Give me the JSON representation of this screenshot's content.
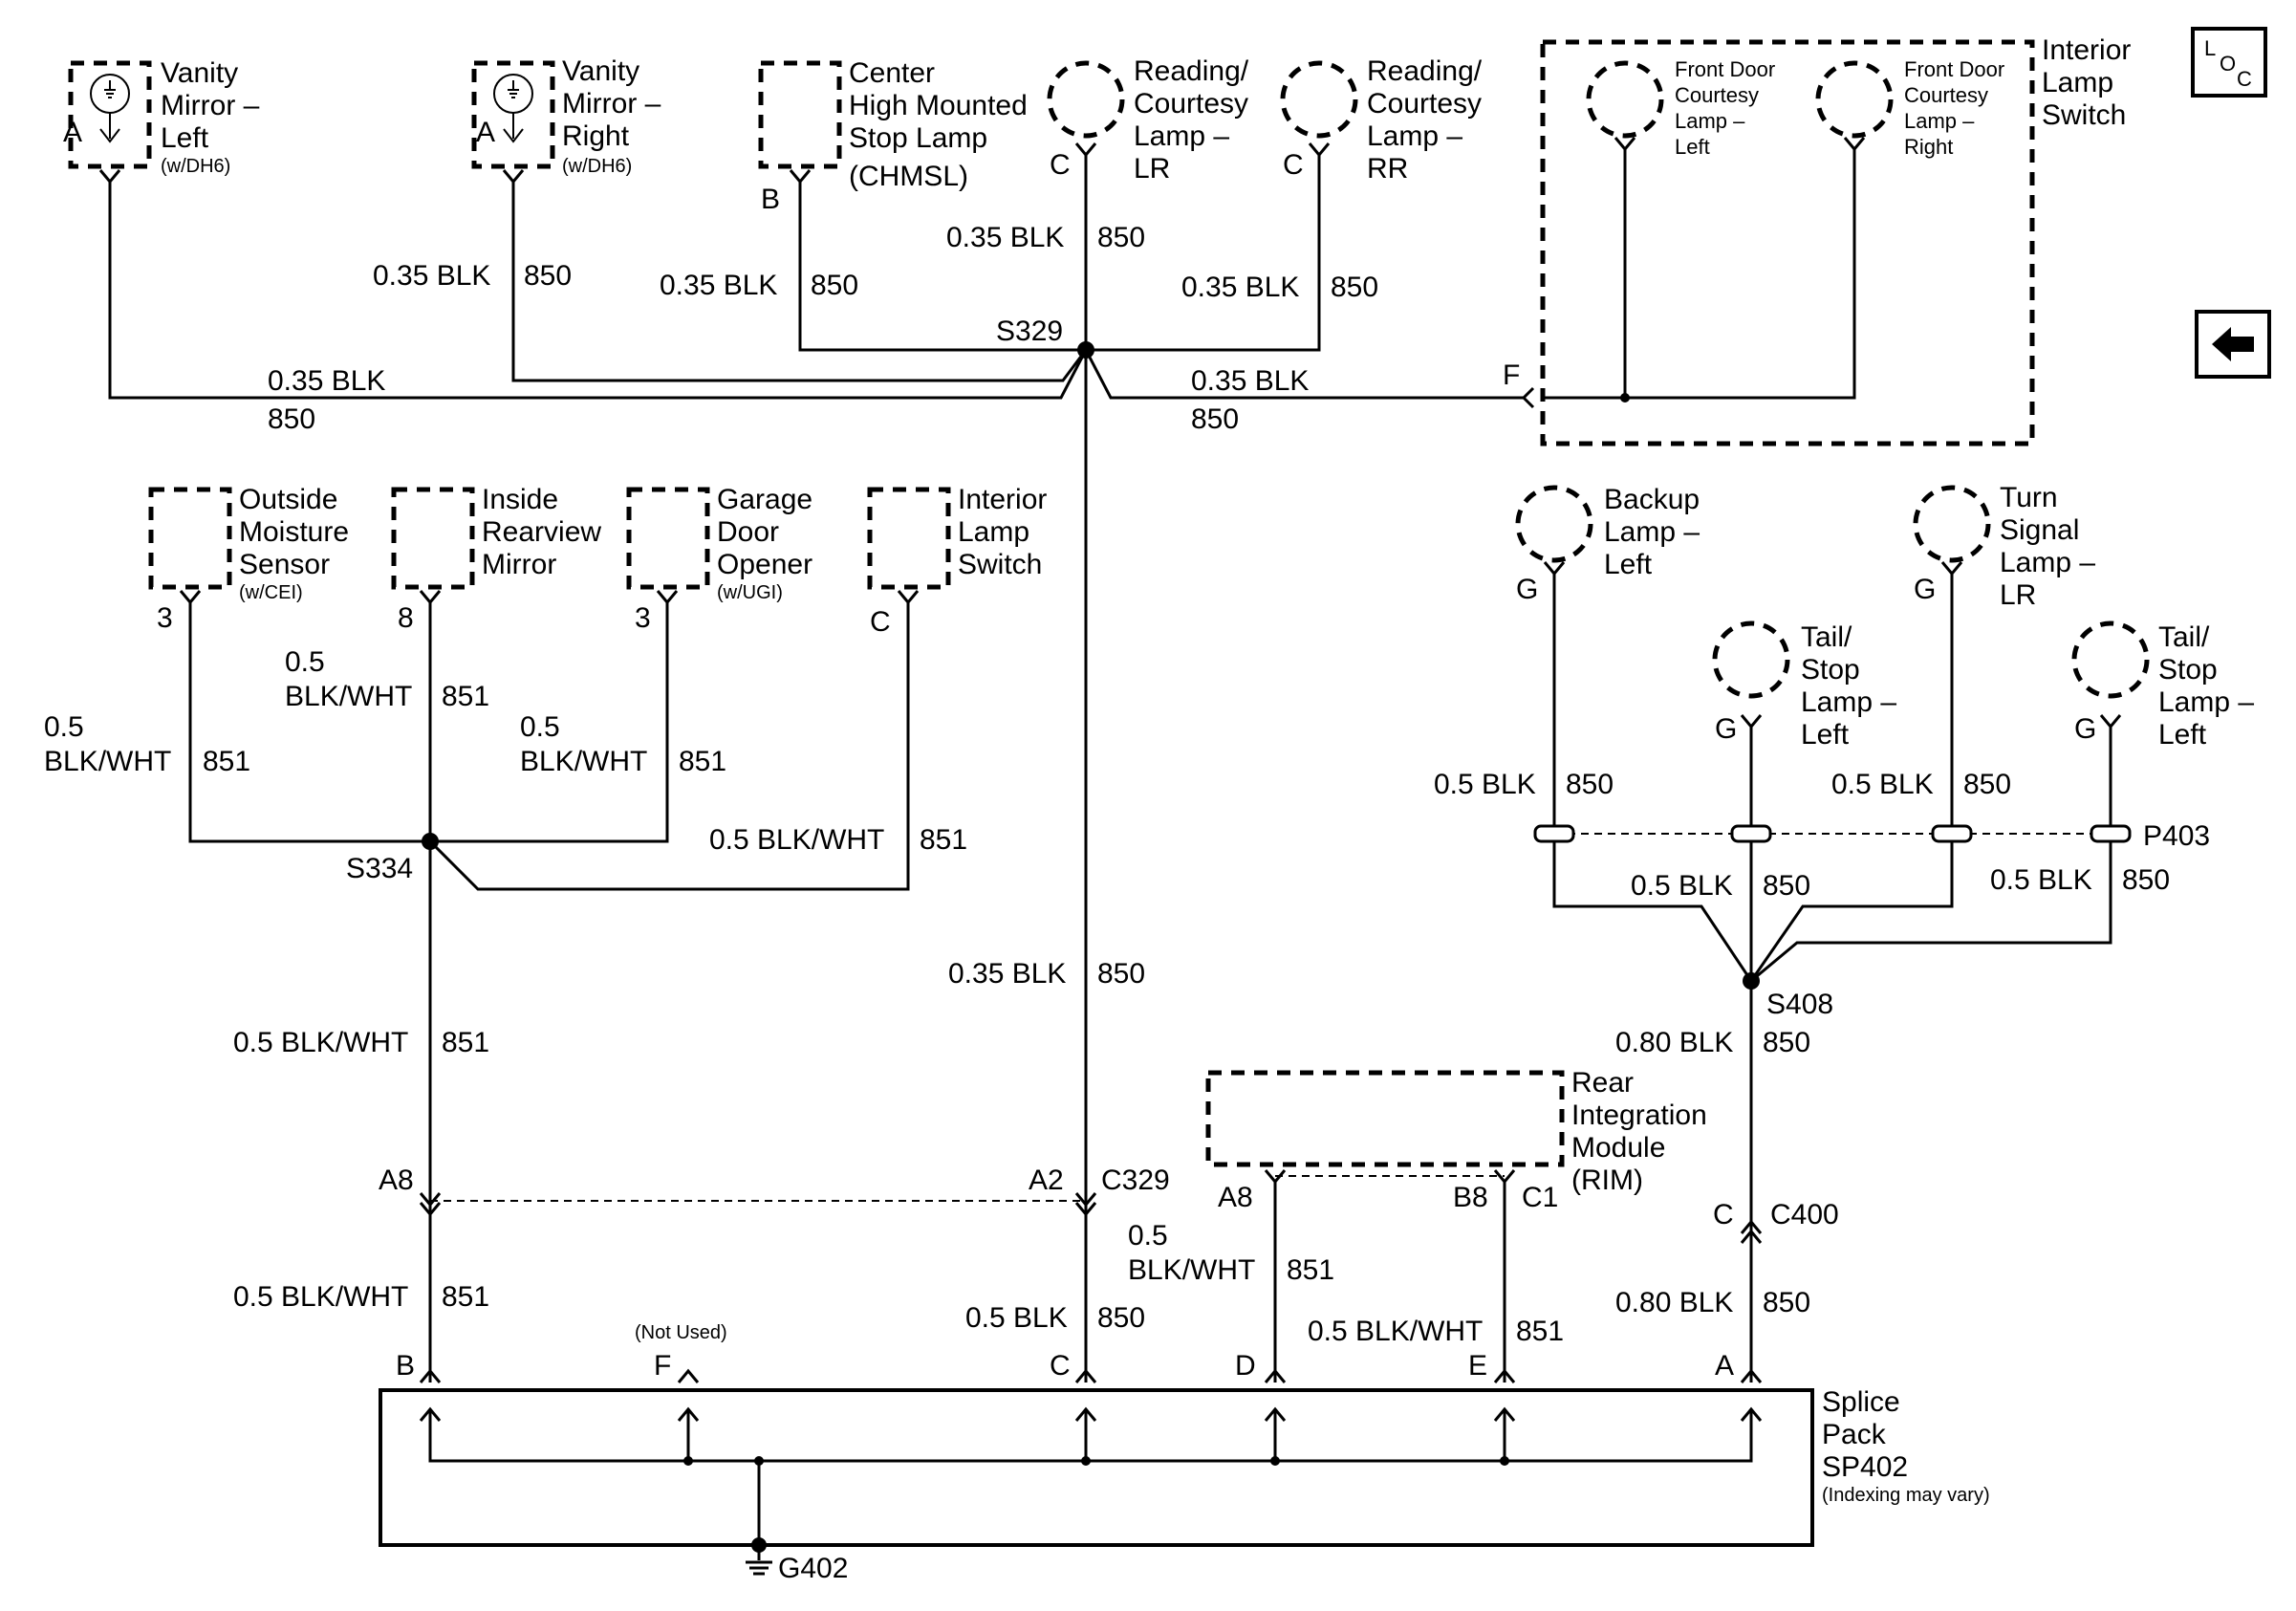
{
  "components": {
    "vanity_left": {
      "l1": "Vanity",
      "l2": "Mirror –",
      "l3": "Left",
      "opt": "(w/DH6)",
      "pin": "A"
    },
    "vanity_right": {
      "l1": "Vanity",
      "l2": "Mirror –",
      "l3": "Right",
      "opt": "(w/DH6)",
      "pin": "A"
    },
    "chmsl": {
      "l1": "Center",
      "l2": "High Mounted",
      "l3": "Stop Lamp",
      "l4": "(CHMSL)",
      "pin": "B"
    },
    "reading_lr": {
      "l1": "Reading/",
      "l2": "Courtesy",
      "l3": "Lamp –",
      "l4": "LR",
      "pin": "C"
    },
    "reading_rr": {
      "l1": "Reading/",
      "l2": "Courtesy",
      "l3": "Lamp –",
      "l4": "RR",
      "pin": "C"
    },
    "interior_switch_top": {
      "l1": "Interior",
      "l2": "Lamp",
      "l3": "Switch",
      "pin": "F"
    },
    "fd_left": {
      "l1": "Front Door",
      "l2": "Courtesy",
      "l3": "Lamp –",
      "l4": "Left"
    },
    "fd_right": {
      "l1": "Front Door",
      "l2": "Courtesy",
      "l3": "Lamp –",
      "l4": "Right"
    },
    "moisture": {
      "l1": "Outside",
      "l2": "Moisture",
      "l3": "Sensor",
      "opt": "(w/CEI)",
      "pin": "3"
    },
    "mirror": {
      "l1": "Inside",
      "l2": "Rearview",
      "l3": "Mirror",
      "pin": "8"
    },
    "garage": {
      "l1": "Garage",
      "l2": "Door",
      "l3": "Opener",
      "opt": "(w/UGI)",
      "pin": "3"
    },
    "interior_switch_mid": {
      "l1": "Interior",
      "l2": "Lamp",
      "l3": "Switch",
      "pin": "C"
    },
    "backup_left": {
      "l1": "Backup",
      "l2": "Lamp –",
      "l3": "Left",
      "pin": "G"
    },
    "turn_lr": {
      "l1": "Turn",
      "l2": "Signal",
      "l3": "Lamp –",
      "l4": "LR",
      "pin": "G"
    },
    "tail_left": {
      "l1": "Tail/",
      "l2": "Stop",
      "l3": "Lamp –",
      "l4": "Left",
      "pin": "G"
    },
    "tail_left2": {
      "l1": "Tail/",
      "l2": "Stop",
      "l3": "Lamp –",
      "l4": "Left",
      "pin": "G"
    },
    "rim": {
      "l1": "Rear",
      "l2": "Integration",
      "l3": "Module",
      "l4": "(RIM)",
      "pin_a": "A8",
      "pin_b": "B8",
      "pin_c": "C1"
    },
    "splice_pack": {
      "l1": "Splice",
      "l2": "Pack",
      "l3": "SP402",
      "l4": "(Indexing may vary)"
    }
  },
  "wires": {
    "blk035": "0.35 BLK",
    "blk05": "0.5 BLK",
    "blk080": "0.80 BLK",
    "bw05": "0.5 BLK/WHT",
    "w05": "0.5",
    "bw": "BLK/WHT",
    "c850": "850",
    "c851": "851"
  },
  "splices": {
    "s329": "S329",
    "s334": "S334",
    "s408": "S408"
  },
  "connectors": {
    "p403": "P403",
    "c329": "C329",
    "c329_a8": "A8",
    "c329_a2": "A2",
    "c400": "C400",
    "c400_pin": "C"
  },
  "sp402_pins": {
    "b": "B",
    "f": "F",
    "f_note": "(Not Used)",
    "c": "C",
    "d": "D",
    "e": "E",
    "a": "A"
  },
  "ground": "G402",
  "nav": {
    "loc_l": "L",
    "loc_o": "O",
    "loc_c": "C",
    "back_icon": "left-arrow-icon"
  }
}
